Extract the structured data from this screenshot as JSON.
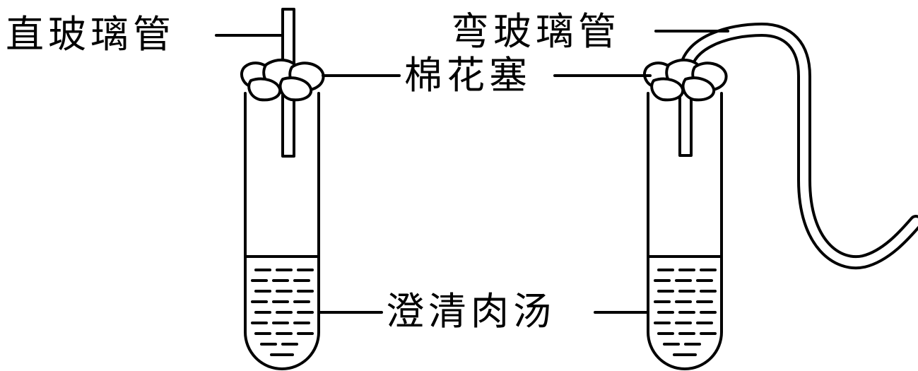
{
  "labels": {
    "straight_tube": "直玻璃管",
    "bent_tube": "弯玻璃管",
    "cotton_plug": "棉花塞",
    "broth": "澄清肉汤"
  }
}
